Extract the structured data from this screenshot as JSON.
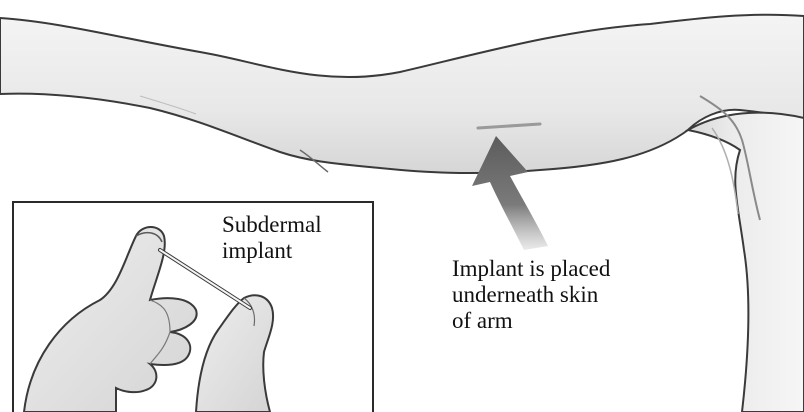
{
  "labels": {
    "inset_label": [
      "Subdermal",
      "implant"
    ],
    "placement_label": [
      "Implant is placed",
      "underneath skin",
      "of arm"
    ]
  },
  "colors": {
    "skin_fill": "#ececec",
    "outline": "#3a3a3a",
    "arrow": "#6f6f6f",
    "inset_border": "#2a2a2a"
  }
}
